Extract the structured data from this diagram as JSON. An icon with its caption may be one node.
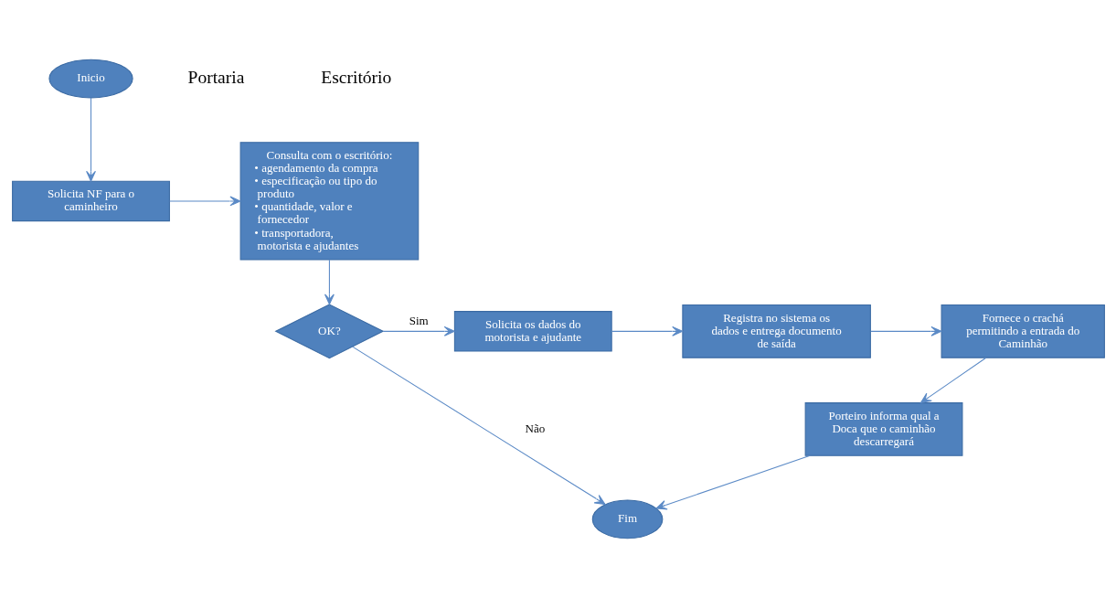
{
  "diagram": {
    "nodes": [
      {
        "text": [
          "Inicio"
        ]
      },
      {
        "text": [
          "Solicita NF para o caminheiro"
        ]
      },
      {
        "text": [
          "Consulta com o escritório:",
          "• agendamento da compra",
          "• especificação ou tipo do produto",
          "• quantidade, valor e fornecedor",
          "• transportadora, motorista e ajudantes"
        ]
      },
      {
        "text": [
          "OK?"
        ]
      },
      {
        "text": [
          "Solicita os dados do motorista e ajudante"
        ]
      },
      {
        "text": [
          "Registra no sistema os dados e entrega documento de saída"
        ]
      },
      {
        "text": [
          "Fornece o crachá permitindo a entrada do Caminhão"
        ]
      },
      {
        "text": [
          "Porteiro informa qual a Doca que o caminhão descarregará"
        ]
      },
      {
        "text": [
          "Fim"
        ]
      }
    ],
    "edges": [
      {
        "from": 0,
        "to": 1,
        "arrow": "to"
      },
      {
        "from": 1,
        "to": 2,
        "arrow": "to"
      },
      {
        "from": 2,
        "to": 3,
        "arrow": "to"
      },
      {
        "from": 3,
        "to": 4,
        "arrow": "to",
        "label": "Sim"
      },
      {
        "from": 4,
        "to": 5,
        "arrow": "to"
      },
      {
        "from": 5,
        "to": 6,
        "arrow": "to"
      },
      {
        "from": 6,
        "to": 7,
        "arrow": "to"
      },
      {
        "from": 7,
        "to": 8,
        "arrow": "to"
      },
      {
        "from": 3,
        "to": 8,
        "arrow": "to",
        "label": "Não"
      }
    ],
    "labels": [
      "Portaria",
      "Escritório"
    ]
  }
}
